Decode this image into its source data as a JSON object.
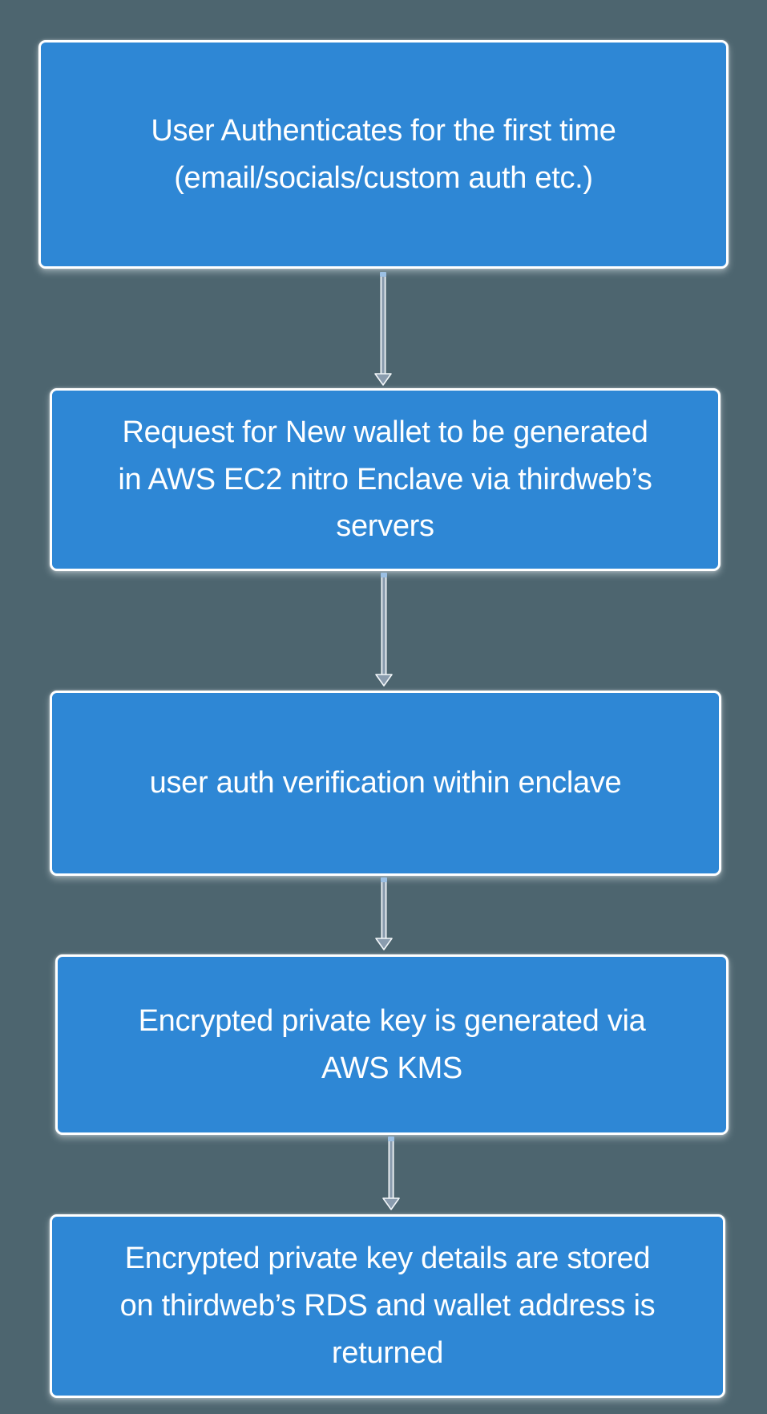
{
  "diagram": {
    "type": "flowchart",
    "direction": "top-down",
    "colors": {
      "background": "#4d656f",
      "node-fill": "#2e87d5",
      "node-border": "#ffffff",
      "text": "#ffffff",
      "connector": "#8a9cae",
      "connector-casing": "#f2f6f9",
      "endpoint": "#9cc0e4"
    },
    "nodes": [
      {
        "id": "node-1",
        "label": "User Authenticates for the first time (email/socials/custom auth etc.)",
        "lines": [
          "User Authenticates for the first time",
          "(email/socials/custom auth etc.)"
        ]
      },
      {
        "id": "node-2",
        "label": "Request for New wallet to be generated in AWS EC2 nitro Enclave via thirdweb’s servers",
        "lines": [
          "Request for New wallet to be generated",
          "in AWS EC2 nitro Enclave via thirdweb’s",
          "servers"
        ]
      },
      {
        "id": "node-3",
        "label": "user auth verification within enclave",
        "lines": [
          "user auth verification within enclave"
        ]
      },
      {
        "id": "node-4",
        "label": "Encrypted private key is generated via AWS KMS",
        "lines": [
          "Encrypted private key is generated via",
          "AWS KMS"
        ]
      },
      {
        "id": "node-5",
        "label": "Encrypted private key details are stored on thirdweb’s RDS and wallet address is returned",
        "lines": [
          "Encrypted private key details are stored",
          "on thirdweb’s RDS and wallet address is",
          "returned"
        ]
      }
    ],
    "edges": [
      {
        "from": "node-1",
        "to": "node-2",
        "style": "arrow-down"
      },
      {
        "from": "node-2",
        "to": "node-3",
        "style": "arrow-down"
      },
      {
        "from": "node-3",
        "to": "node-4",
        "style": "arrow-down"
      },
      {
        "from": "node-4",
        "to": "node-5",
        "style": "arrow-down"
      }
    ]
  }
}
